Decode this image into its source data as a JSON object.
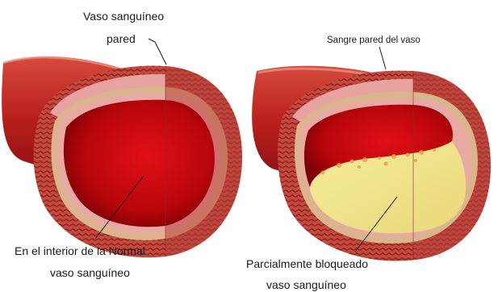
{
  "labels": {
    "left_top_line1": "Vaso sanguíneo",
    "left_top_line2": "pared",
    "left_bottom_line1": "En el interior de la Normal",
    "left_bottom_line2": "vaso sanguíneo",
    "right_top": "Sangre pared del vaso",
    "right_bottom_line1": "Parcialmente bloqueado",
    "right_bottom_line2": "vaso sanguíneo"
  },
  "colors": {
    "background": "#ffffff",
    "outer_wall": "#c8474a",
    "wall_pink": "#e7a3a0",
    "lumen_red": "#c4060c",
    "plaque_yellow": "#f2e58e",
    "label_text": "#1a1a1a"
  }
}
